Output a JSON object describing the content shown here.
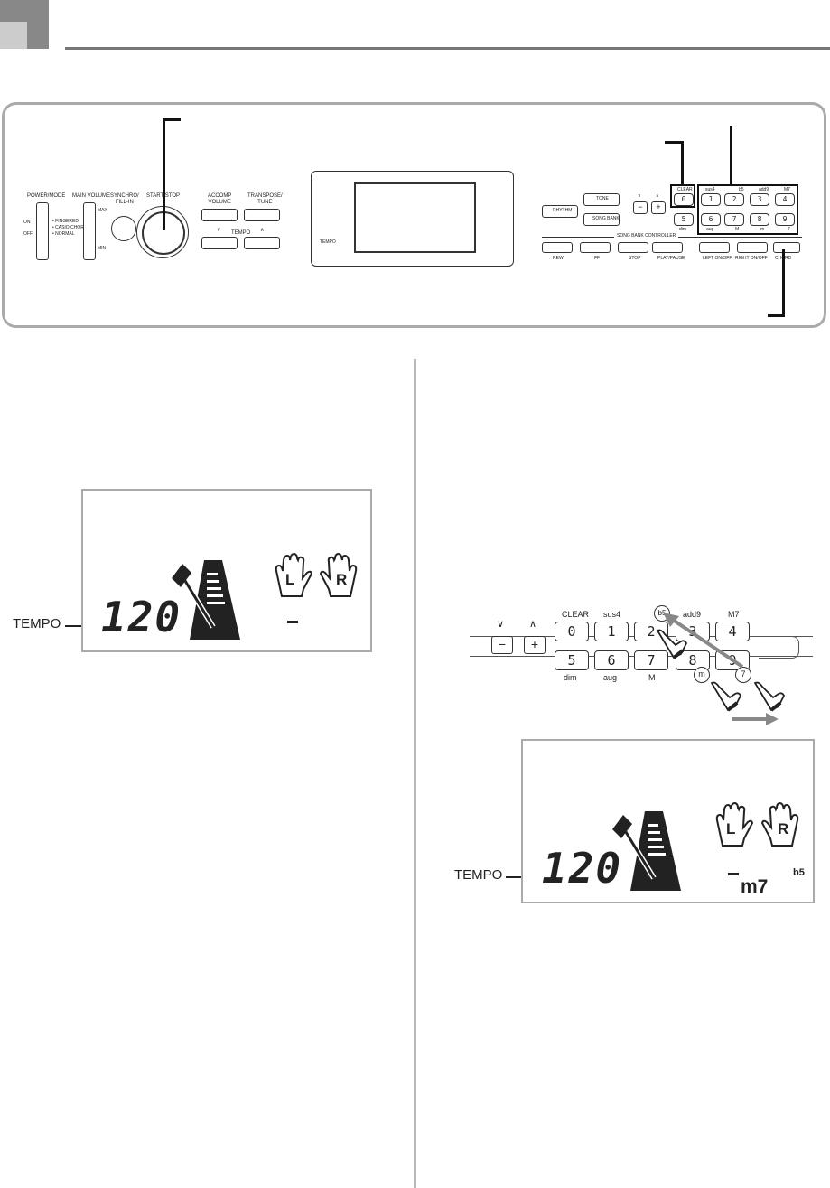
{
  "panel": {
    "power_mode": "POWER/MODE",
    "power_on": "ON",
    "power_off": "OFF",
    "mode_options": [
      "• FINGERED",
      "• CASIO CHORD",
      "• NORMAL"
    ],
    "main_volume": "MAIN VOLUME",
    "vol_max": "MAX",
    "vol_min": "MIN",
    "synchro": "SYNCHRO/\nFILL-IN",
    "start_stop": "START/STOP",
    "accomp_volume": "ACCOMP\nVOLUME",
    "transpose": "TRANSPOSE/\nTUNE",
    "tempo": "TEMPO",
    "display_tempo": "TEMPO",
    "rhythm": "RHYTHM",
    "tone": "TONE",
    "song_bank": "SONG BANK",
    "clear": "CLEAR",
    "top_labels": [
      "sus4",
      "b5",
      "add9",
      "M7"
    ],
    "top_keys": [
      "1",
      "2",
      "3",
      "4"
    ],
    "key_zero": "0",
    "bottom_keys": [
      "5",
      "6",
      "7",
      "8",
      "9"
    ],
    "bottom_labels": [
      "dim",
      "aug",
      "M",
      "m",
      "7"
    ],
    "song_bank_controller": "SONG BANK CONTROLLER",
    "controller_labels": [
      "REW",
      "FF",
      "STOP",
      "PLAY/PAUSE",
      "LEFT ON/OFF",
      "RIGHT ON/OFF",
      "CHORD"
    ]
  },
  "display1": {
    "tempo_label": "TEMPO",
    "tempo_value": "120",
    "hand_left": "L",
    "hand_right": "R"
  },
  "keypad": {
    "clear": "CLEAR",
    "top_labels": [
      "sus4",
      "b5",
      "add9",
      "M7"
    ],
    "top_keys": [
      "0",
      "1",
      "2",
      "3",
      "4"
    ],
    "bottom_keys": [
      "5",
      "6",
      "7",
      "8",
      "9"
    ],
    "bottom_labels": [
      "dim",
      "aug",
      "M"
    ],
    "circle_b5": "b5",
    "circle_m": "m",
    "circle_7": "7"
  },
  "display2": {
    "tempo_label": "TEMPO",
    "tempo_value": "120",
    "hand_left": "L",
    "hand_right": "R",
    "chord": "m7",
    "flat5": "b5"
  }
}
